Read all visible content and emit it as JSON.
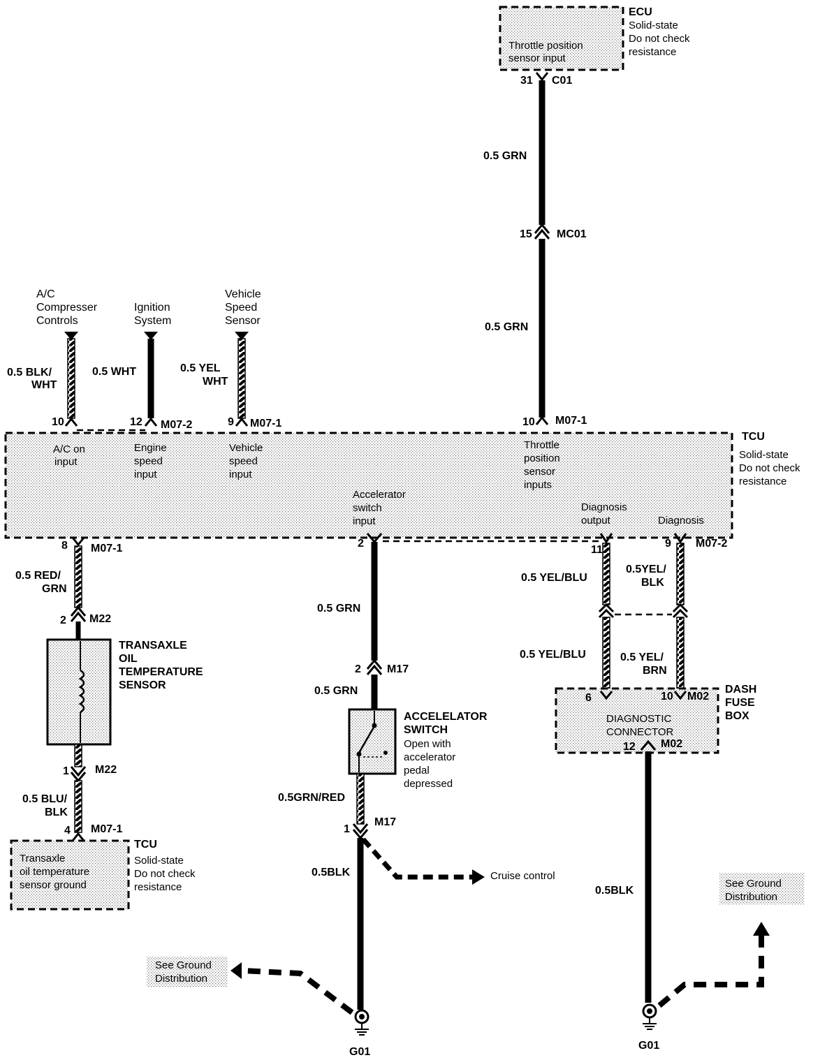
{
  "ecu": {
    "title": "ECU",
    "note1": "Solid-state",
    "note2": "Do not check",
    "note3": "resistance",
    "input1": "Throttle position",
    "input2": "sensor input",
    "pin": "31",
    "connector": "C01"
  },
  "wires": {
    "w_ecu_top": "0.5 GRN",
    "w_ecu_bottom": "0.5 GRN",
    "w_ac1": "0.5 BLK/",
    "w_ac2": "WHT",
    "w_ign": "0.5 WHT",
    "w_vss1": "0.5 YEL",
    "w_vss2": "WHT",
    "w_oil_top1": "0.5 RED/",
    "w_oil_top2": "GRN",
    "w_oil_bot1": "0.5 BLU/",
    "w_oil_bot2": "BLK",
    "w_acc_top": "0.5 GRN",
    "w_acc_mid": "0.5 GRN",
    "w_acc_bot": "0.5GRN/RED",
    "w_acc_gnd": "0.5BLK",
    "w_diag_out_top": "0.5 YEL/BLU",
    "w_diag_out_bot": "0.5 YEL/BLU",
    "w_diag_top1": "0.5YEL/",
    "w_diag_top2": "BLK",
    "w_diag_bot1": "0.5 YEL/",
    "w_diag_bot2": "BRN",
    "w_dash_gnd": "0.5BLK"
  },
  "connectors": {
    "mc01_pin": "15",
    "mc01": "MC01",
    "tps_pin": "10",
    "tps_conn": "M07-1",
    "ac_pin": "10",
    "ign_pin": "12",
    "ign_conn": "M07-2",
    "vss_pin": "9",
    "vss_conn": "M07-1",
    "oil_pin": "8",
    "oil_conn": "M07-1",
    "m22_top_pin": "2",
    "m22_top": "M22",
    "m22_bot_pin": "1",
    "m22_bot": "M22",
    "tcu_gnd_pin": "4",
    "tcu_gnd_conn": "M07-1",
    "acc_pin": "2",
    "m17_top_pin": "2",
    "m17_top": "M17",
    "m17_bot_pin": "1",
    "m17_bot": "M17",
    "diag_out_pin": "11",
    "diag_pin": "9",
    "diag_conn": "M07-2",
    "dc_pin6": "6",
    "dc_pin10": "10",
    "dc_conn_top": "M02",
    "dc_pin12": "12",
    "dc_conn_bot": "M02"
  },
  "sources": {
    "ac1": "A/C",
    "ac2": "Compresser",
    "ac3": "Controls",
    "ign1": "Ignition",
    "ign2": "System",
    "vss1": "Vehicle",
    "vss2": "Speed",
    "vss3": "Sensor"
  },
  "tcu": {
    "title": "TCU",
    "note1": "Solid-state",
    "note2": "Do not check",
    "note3": "resistance",
    "ac_in1": "A/C on",
    "ac_in2": "input",
    "eng1": "Engine",
    "eng2": "speed",
    "eng3": "input",
    "veh1": "Vehicle",
    "veh2": "speed",
    "veh3": "input",
    "tps1": "Throttle",
    "tps2": "position",
    "tps3": "sensor",
    "tps4": "inputs",
    "acc1": "Accelerator",
    "acc2": "switch",
    "acc3": "input",
    "dout1": "Diagnosis",
    "dout2": "output",
    "diag": "Diagnosis"
  },
  "oil_sensor": {
    "l1": "TRANSAXLE",
    "l2": "OIL",
    "l3": "TEMPERATURE",
    "l4": "SENSOR"
  },
  "tcu2": {
    "title": "TCU",
    "note1": "Solid-state",
    "note2": "Do not check",
    "note3": "resistance",
    "in1": "Transaxle",
    "in2": "oil temperature",
    "in3": "sensor ground"
  },
  "acc_switch": {
    "l1": "ACCELELATOR",
    "l2": "SWITCH",
    "l3": "Open with",
    "l4": "accelerator",
    "l5": "pedal",
    "l6": "depressed"
  },
  "cruise": "Cruise control",
  "dash": {
    "l1": "DASH",
    "l2": "FUSE",
    "l3": "BOX",
    "dc1": "DIAGNOSTIC",
    "dc2": "CONNECTOR"
  },
  "ground": {
    "left_id": "G01",
    "right_id": "G01",
    "see1": "See Ground",
    "see2": "Distribution",
    "see3": "See Ground",
    "see4": "Distribution"
  }
}
